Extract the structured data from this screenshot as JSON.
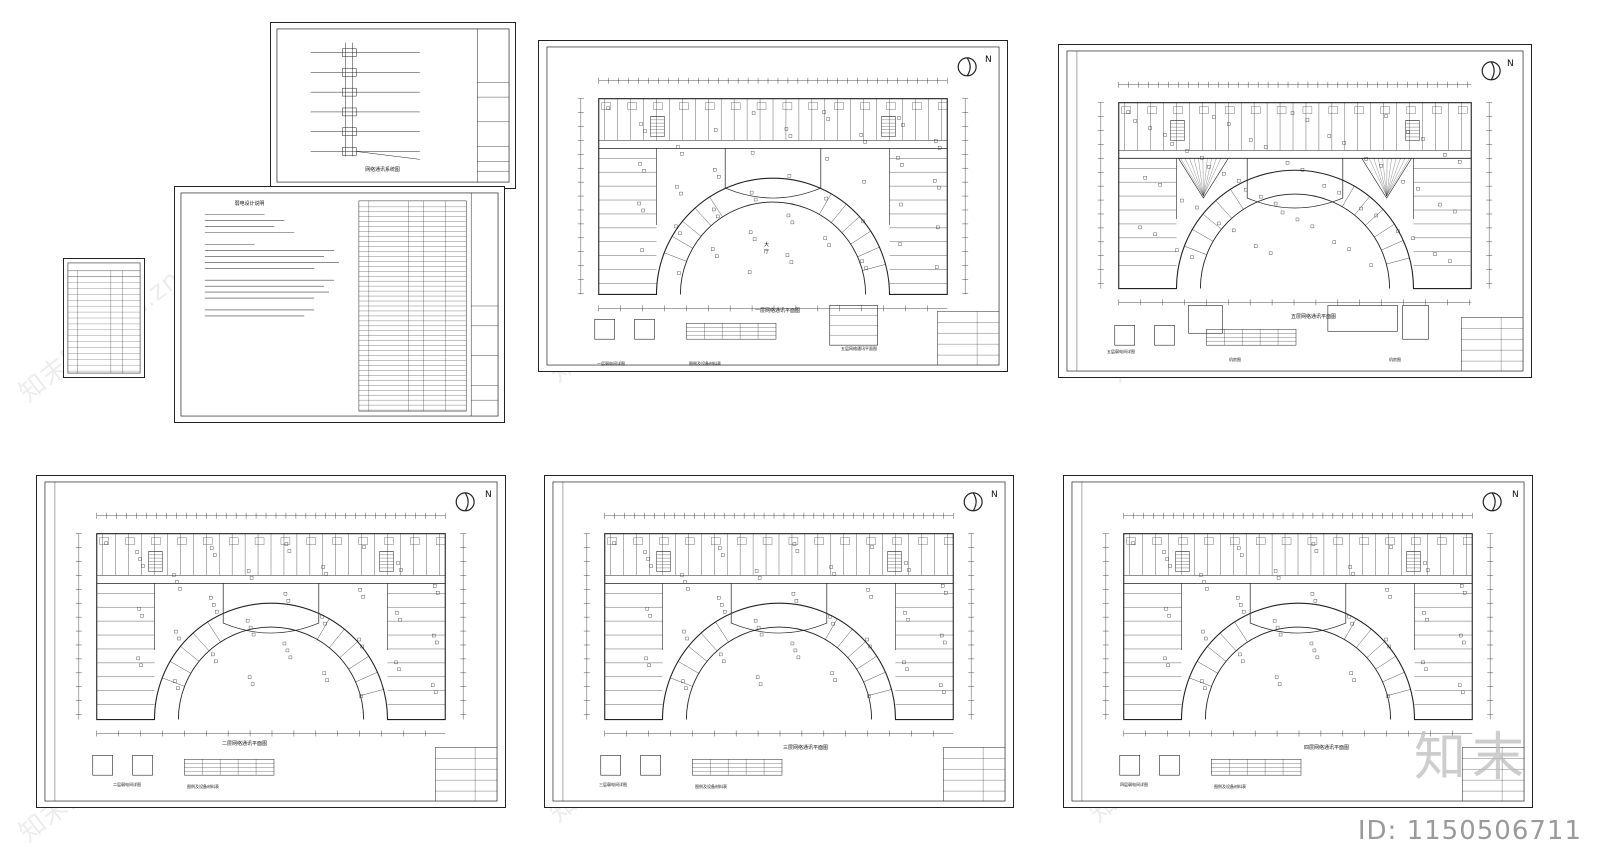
{
  "sheets": {
    "floor1": {
      "title": "一层网络通讯平面图",
      "sub_plan_left": "一层弱电间详图",
      "sub_plan_right": "五层网络通讯平面图",
      "legend_caption": "图例及设备材料表",
      "lobby_label": "大厅",
      "north": "N"
    },
    "floor5": {
      "title": "五层网络通讯平面图",
      "sub_plan_left": "五层弱电间详图",
      "sub_plan_mid": "机房图",
      "sub_plan_right": "机房图",
      "north": "N"
    },
    "floor2": {
      "title": "二层网络通讯平面图",
      "sub_plan_left": "二层弱电间详图",
      "legend_caption": "图例及设备材料表",
      "north": "N"
    },
    "floor3": {
      "title": "三层网络通讯平面图",
      "sub_plan_left": "三层弱电间详图",
      "legend_caption": "图例及设备材料表",
      "north": "N"
    },
    "floor4": {
      "title": "四层网络通讯平面图",
      "sub_plan_left": "四层弱电间详图",
      "legend_caption": "图例及设备材料表",
      "north": "N"
    },
    "notes": {
      "title": "弱电设计说明"
    },
    "riser": {
      "title": "网络通讯系统图"
    }
  },
  "watermark_text": "知末网 www.znzmo.com",
  "brand": "知末",
  "id_label": "ID: 1150506711"
}
